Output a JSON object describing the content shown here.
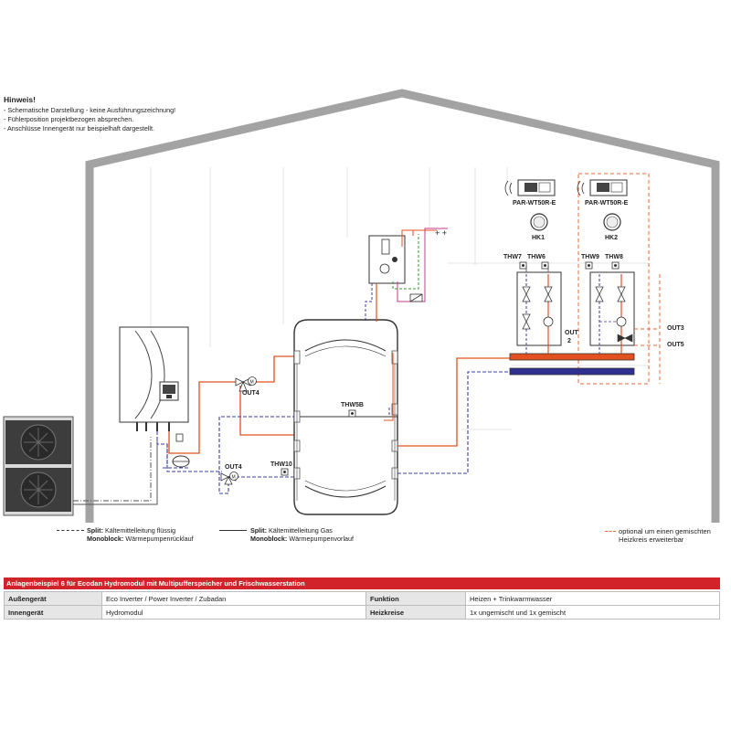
{
  "notes": {
    "title": "Hinweis!",
    "lines": [
      "- Schematische Darstellung - keine Ausführungszeichnung!",
      "- Fühlerposition projektbezogen absprechen.",
      "- Anschlüsse Innengerät nur beispielhaft dargestellt."
    ]
  },
  "labels": {
    "par1": "PAR-WT50R-E",
    "par2": "PAR-WT50R-E",
    "hk1": "HK1",
    "hk2": "HK2",
    "thw7": "THW7",
    "thw6": "THW6",
    "thw9": "THW9",
    "thw8": "THW8",
    "out2a": "OUT",
    "out2b": "2",
    "out3": "OUT3",
    "out5": "OUT5",
    "thw5b": "THW5B",
    "thw10": "THW10",
    "out4_top": "OUT4",
    "out4_bottom": "OUT4",
    "valve_m": "M"
  },
  "legend": {
    "liquid_split": "Split:",
    "liquid_split_text": "Kältemittelleitung flüssig",
    "liquid_mono": "Monoblock:",
    "liquid_mono_text": "Wärmepumpenrücklauf",
    "gas_split": "Split:",
    "gas_split_text": "Kältemittelleitung Gas",
    "gas_mono": "Monoblock:",
    "gas_mono_text": "Wärmepumpenvorlauf",
    "optional_line1": "optional um einen gemischten",
    "optional_line2": "Heizkreis erweiterbar"
  },
  "info": {
    "header": "Anlagenbeispiel 6 für Ecodan Hydromodul mit Multipufferspeicher und Frischwasserstation",
    "rows": [
      {
        "k1": "Außengerät",
        "v1": "Eco Inverter / Power Inverter / Zubadan",
        "k2": "Funktion",
        "v2": "Heizen + Trinkwarmwasser"
      },
      {
        "k1": "Innengerät",
        "v1": "Hydromodul",
        "k2": "Heizkreise",
        "v2": "1x ungemischt und 1x gemischt"
      }
    ]
  },
  "colors": {
    "house": "#9e9e9e",
    "flow": "#e2501f",
    "return": "#3b3fa6",
    "grid": "#d9d9d9",
    "optional": "#e86a3a",
    "header_bg": "#d2232a"
  }
}
